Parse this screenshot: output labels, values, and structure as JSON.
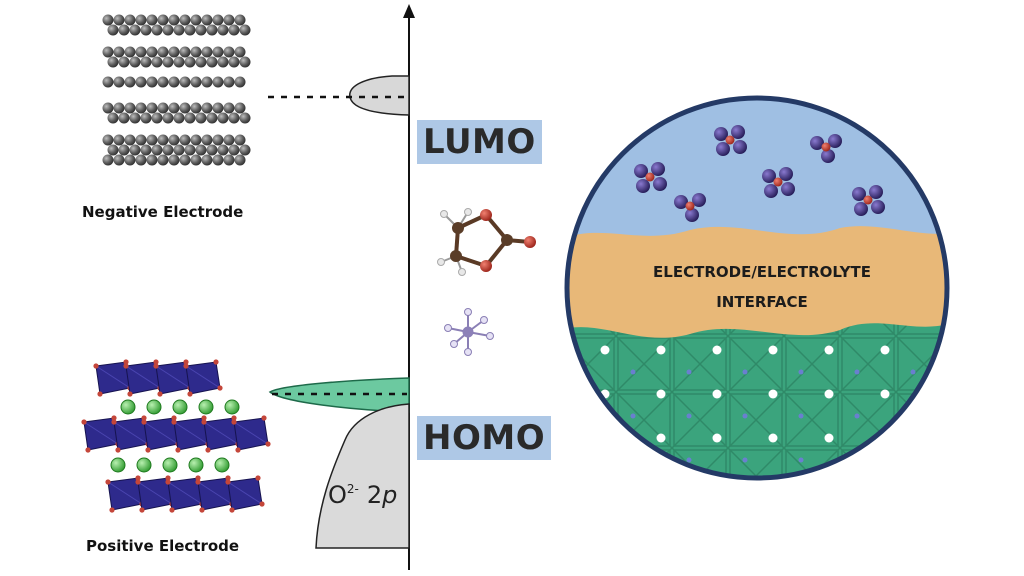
{
  "labels": {
    "negative_electrode": "Negative Electrode",
    "positive_electrode": "Positive Electrode",
    "lumo": "LUMO",
    "homo": "HOMO",
    "band": "O",
    "band_sup": "2-",
    "band_orbital_num": "2",
    "band_orbital_letter": "p",
    "interface_line1": "ELECTRODE/ELECTROLYTE",
    "interface_line2": "INTERFACE"
  },
  "colors": {
    "lumo_box": "#aec8e6",
    "electrolyte_blue": "#9fbfe3",
    "interface_orange": "#e8b878",
    "electrode_green": "#3aa57e",
    "circle_border": "#243a66",
    "graphite": "#5a5a5a",
    "octahedra": "#2e2a8c",
    "lithium_green": "#4cbb4c",
    "ion_purple": "#3a2d7a",
    "ion_center": "#c4463a"
  }
}
